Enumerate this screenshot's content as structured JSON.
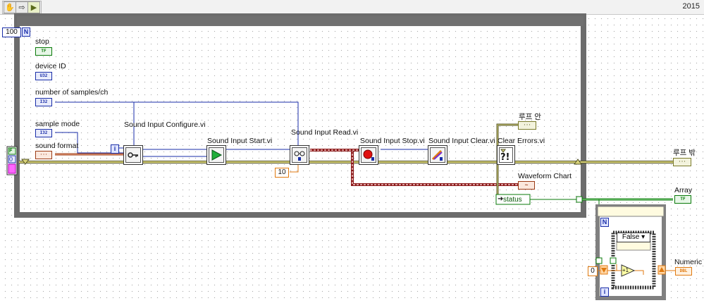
{
  "toolbar": {
    "tools": [
      {
        "name": "operate-hand-icon",
        "glyph": "✋"
      },
      {
        "name": "arrow-right-icon",
        "glyph": "⇨"
      },
      {
        "name": "highlight-execution-icon",
        "glyph": "▶"
      }
    ],
    "version": "2015"
  },
  "loop": {
    "count": "100",
    "count_terminal": "N",
    "iteration_terminal": "i"
  },
  "controls": {
    "stop": {
      "label": "stop",
      "type": "TF"
    },
    "device_id": {
      "label": "device ID",
      "type": "U32"
    },
    "samples": {
      "label": "number of samples/ch",
      "type": "I32"
    },
    "sample_mode": {
      "label": "sample mode",
      "type": "I32"
    },
    "sound_format": {
      "label": "sound format",
      "type": "···"
    }
  },
  "vis": {
    "configure": "Sound Input Configure.vi",
    "start": "Sound Input Start.vi",
    "read": "Sound Input Read.vi",
    "stop": "Sound Input Stop.vi",
    "clear": "Sound Input Clear.vi",
    "clear_errors": "Clear Errors.vi"
  },
  "constants": {
    "timeout": "10",
    "case_selector": "False",
    "index_start": "0",
    "bool_shift": "F",
    "int_shift": "0"
  },
  "indicators": {
    "inside_loop": {
      "label": "루프 안",
      "type": "···"
    },
    "outside_loop": {
      "label": "루프 밖",
      "type": "···"
    },
    "waveform_chart": {
      "label": "Waveform Chart",
      "type": "~"
    },
    "status": {
      "label": "status"
    },
    "array": {
      "label": "Array",
      "type": "TF"
    },
    "numeric": {
      "label": "Numeric",
      "type": "DBL"
    }
  },
  "inner_loop": {
    "count_terminal": "N",
    "iteration_terminal": "i",
    "increment": "+1"
  },
  "colors": {
    "error_wire": "#c8c464",
    "int_wire": "#1a2ea8",
    "cluster_wire": "#9b3b16",
    "bool_wire": "#0a7a0a",
    "dbl_wire": "#e07a10",
    "dynamic_wire": "#8b1a1a"
  }
}
